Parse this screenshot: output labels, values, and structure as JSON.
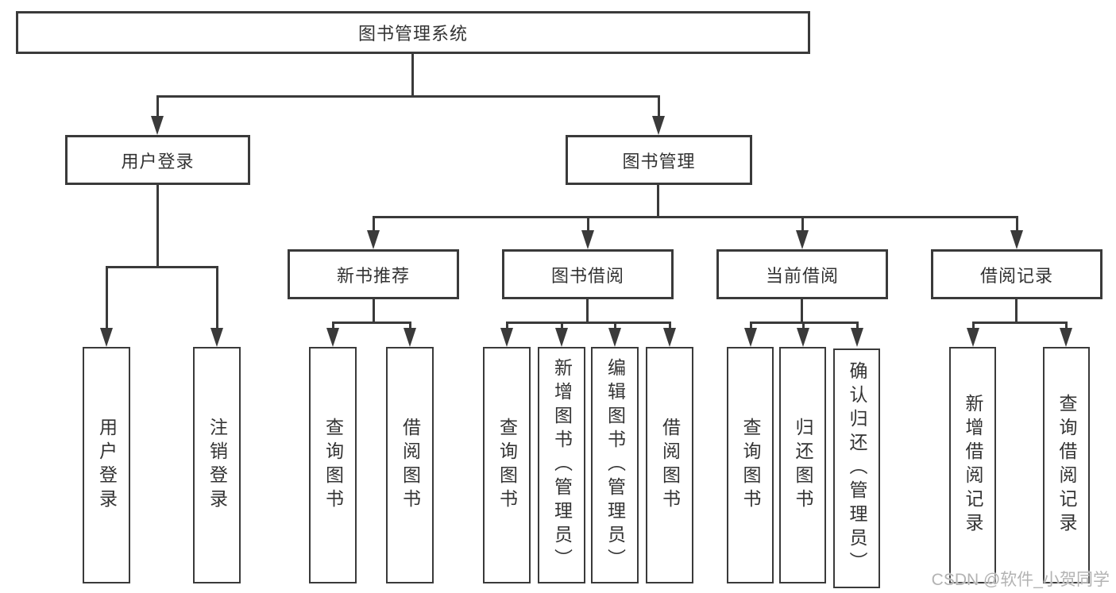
{
  "diagram_type": "hierarchy-tree",
  "tree": {
    "label": "图书管理系统",
    "children": [
      {
        "label": "用户登录",
        "children": [
          {
            "label": "用户登录"
          },
          {
            "label": "注销登录"
          }
        ]
      },
      {
        "label": "图书管理",
        "children": [
          {
            "label": "新书推荐",
            "children": [
              {
                "label": "查询图书"
              },
              {
                "label": "借阅图书"
              }
            ]
          },
          {
            "label": "图书借阅",
            "children": [
              {
                "label": "查询图书"
              },
              {
                "label": "新增图书（管理员）"
              },
              {
                "label": "编辑图书（管理员）"
              },
              {
                "label": "借阅图书"
              }
            ]
          },
          {
            "label": "当前借阅",
            "children": [
              {
                "label": "查询图书"
              },
              {
                "label": "归还图书"
              },
              {
                "label": "确认归还（管理员）"
              }
            ]
          },
          {
            "label": "借阅记录",
            "children": [
              {
                "label": "新增借阅记录"
              },
              {
                "label": "查询借阅记录"
              }
            ]
          }
        ]
      }
    ]
  },
  "watermark": {
    "text": "CSDN @软件_小贺同学"
  },
  "colors": {
    "line": "#3a3a3a",
    "text": "#333333",
    "background": "#ffffff",
    "watermark": "#b3b3b3"
  }
}
